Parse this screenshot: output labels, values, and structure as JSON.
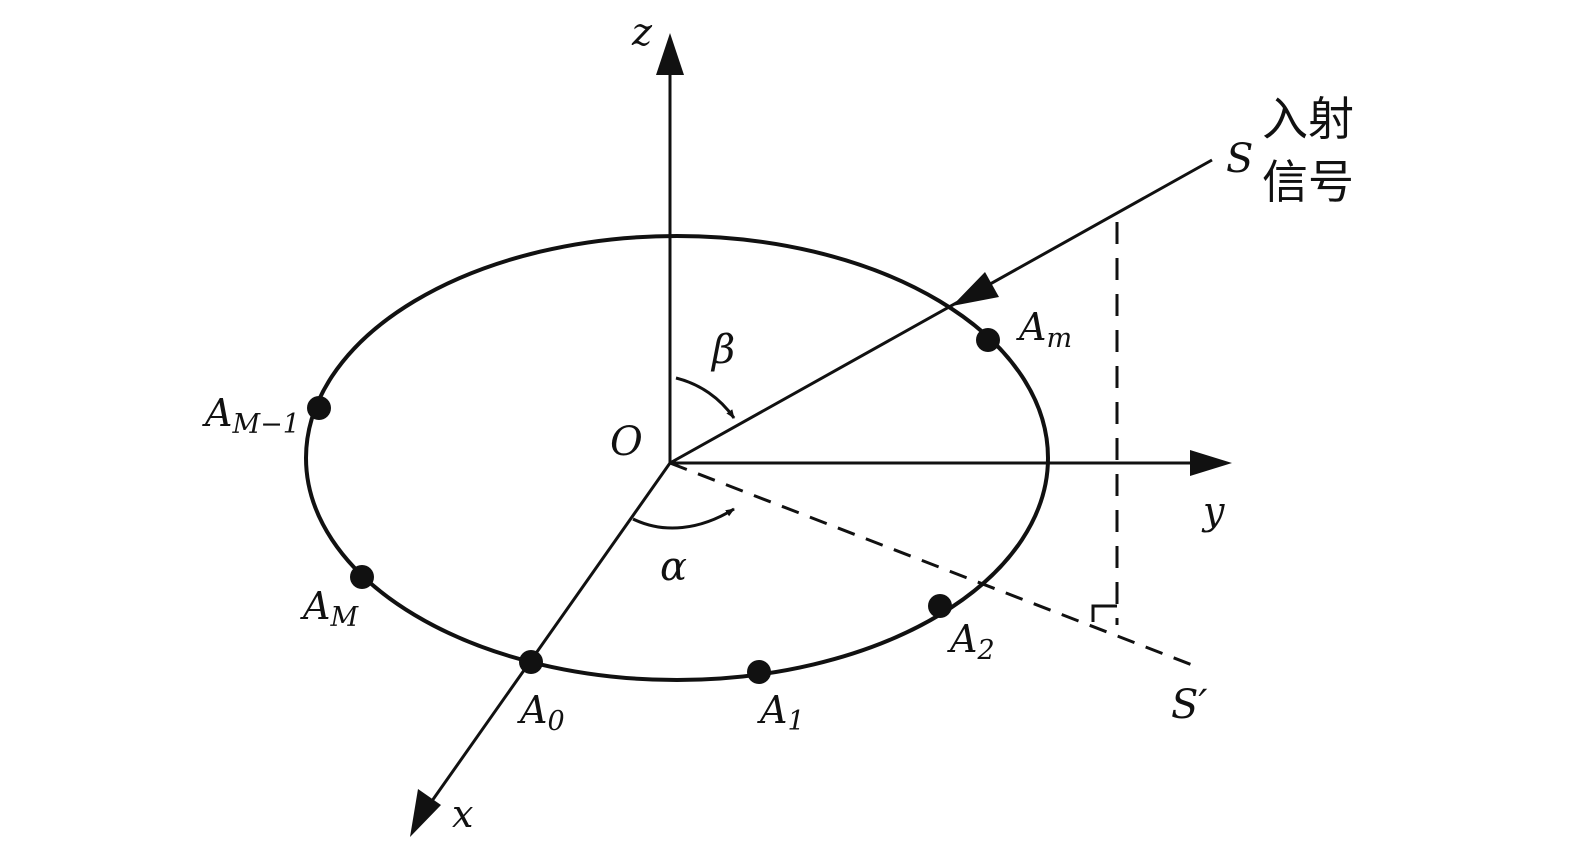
{
  "axes": {
    "z": "z",
    "y": "y",
    "x": "x",
    "origin": "O"
  },
  "angles": {
    "beta": "β",
    "alpha": "α"
  },
  "signal": {
    "source": "S",
    "projection_letter": "S",
    "projection_prime": "′",
    "caption_line1": "入射",
    "caption_line2": "信号"
  },
  "elements": [
    {
      "letter": "A",
      "sub": "M−1"
    },
    {
      "letter": "A",
      "sub": "M"
    },
    {
      "letter": "A",
      "sub": "0"
    },
    {
      "letter": "A",
      "sub": "1"
    },
    {
      "letter": "A",
      "sub": "2"
    },
    {
      "letter": "A",
      "sub": "m"
    }
  ],
  "colors": {
    "ink": "#111111",
    "background": "#ffffff"
  }
}
